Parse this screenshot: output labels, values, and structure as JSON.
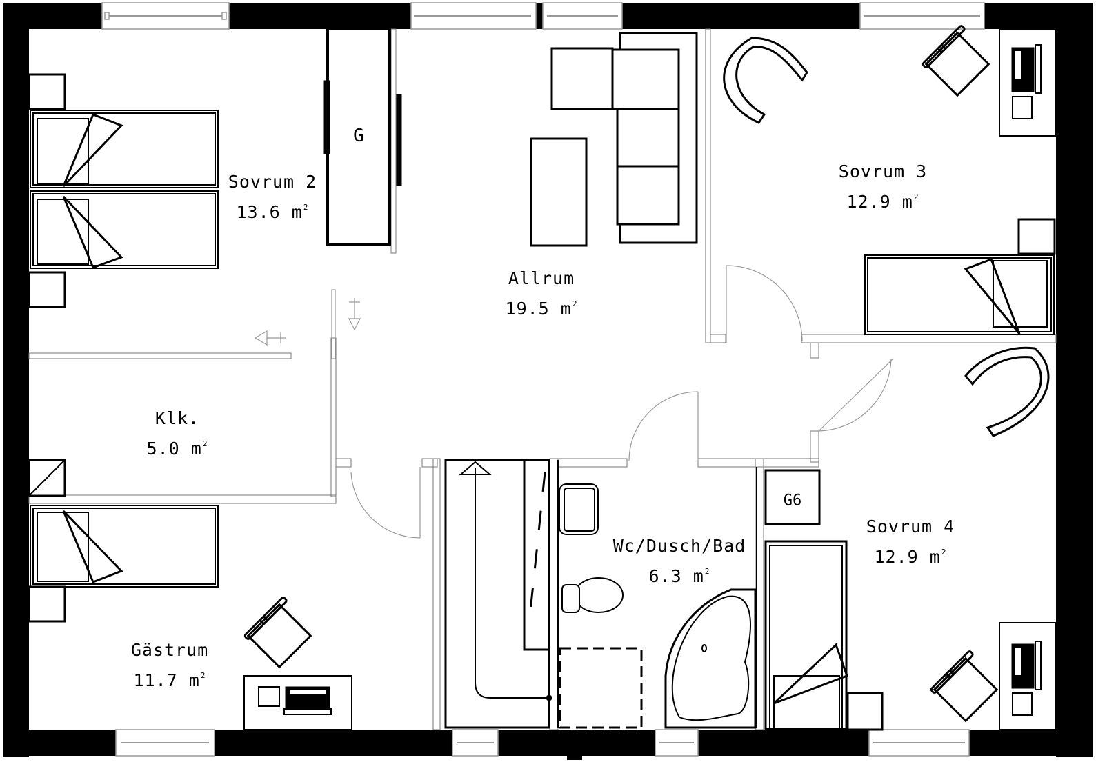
{
  "plan": {
    "type": "floor-plan",
    "colors": {
      "wall": "#000000",
      "thin_line": "#9a9a9a",
      "background": "#ffffff"
    },
    "area_unit": "m²"
  },
  "rooms": [
    {
      "id": "sovrum-2",
      "name": "Sovrum 2",
      "area": "13.6",
      "unit": "m",
      "sup": "2"
    },
    {
      "id": "allrum",
      "name": "Allrum",
      "area": "19.5",
      "unit": "m",
      "sup": "2"
    },
    {
      "id": "sovrum-3",
      "name": "Sovrum 3",
      "area": "12.9",
      "unit": "m",
      "sup": "2"
    },
    {
      "id": "klk",
      "name": "Klk.",
      "area": "5.0",
      "unit": "m",
      "sup": "2"
    },
    {
      "id": "wc",
      "name": "Wc/Dusch/Bad",
      "area": "6.3",
      "unit": "m",
      "sup": "2"
    },
    {
      "id": "sovrum-4",
      "name": "Sovrum 4",
      "area": "12.9",
      "unit": "m",
      "sup": "2"
    },
    {
      "id": "gastrum",
      "name": "Gästrum",
      "area": "11.7",
      "unit": "m",
      "sup": "2"
    }
  ],
  "tags": {
    "wardrobe": "G",
    "wardrobe_g6": "G6"
  }
}
